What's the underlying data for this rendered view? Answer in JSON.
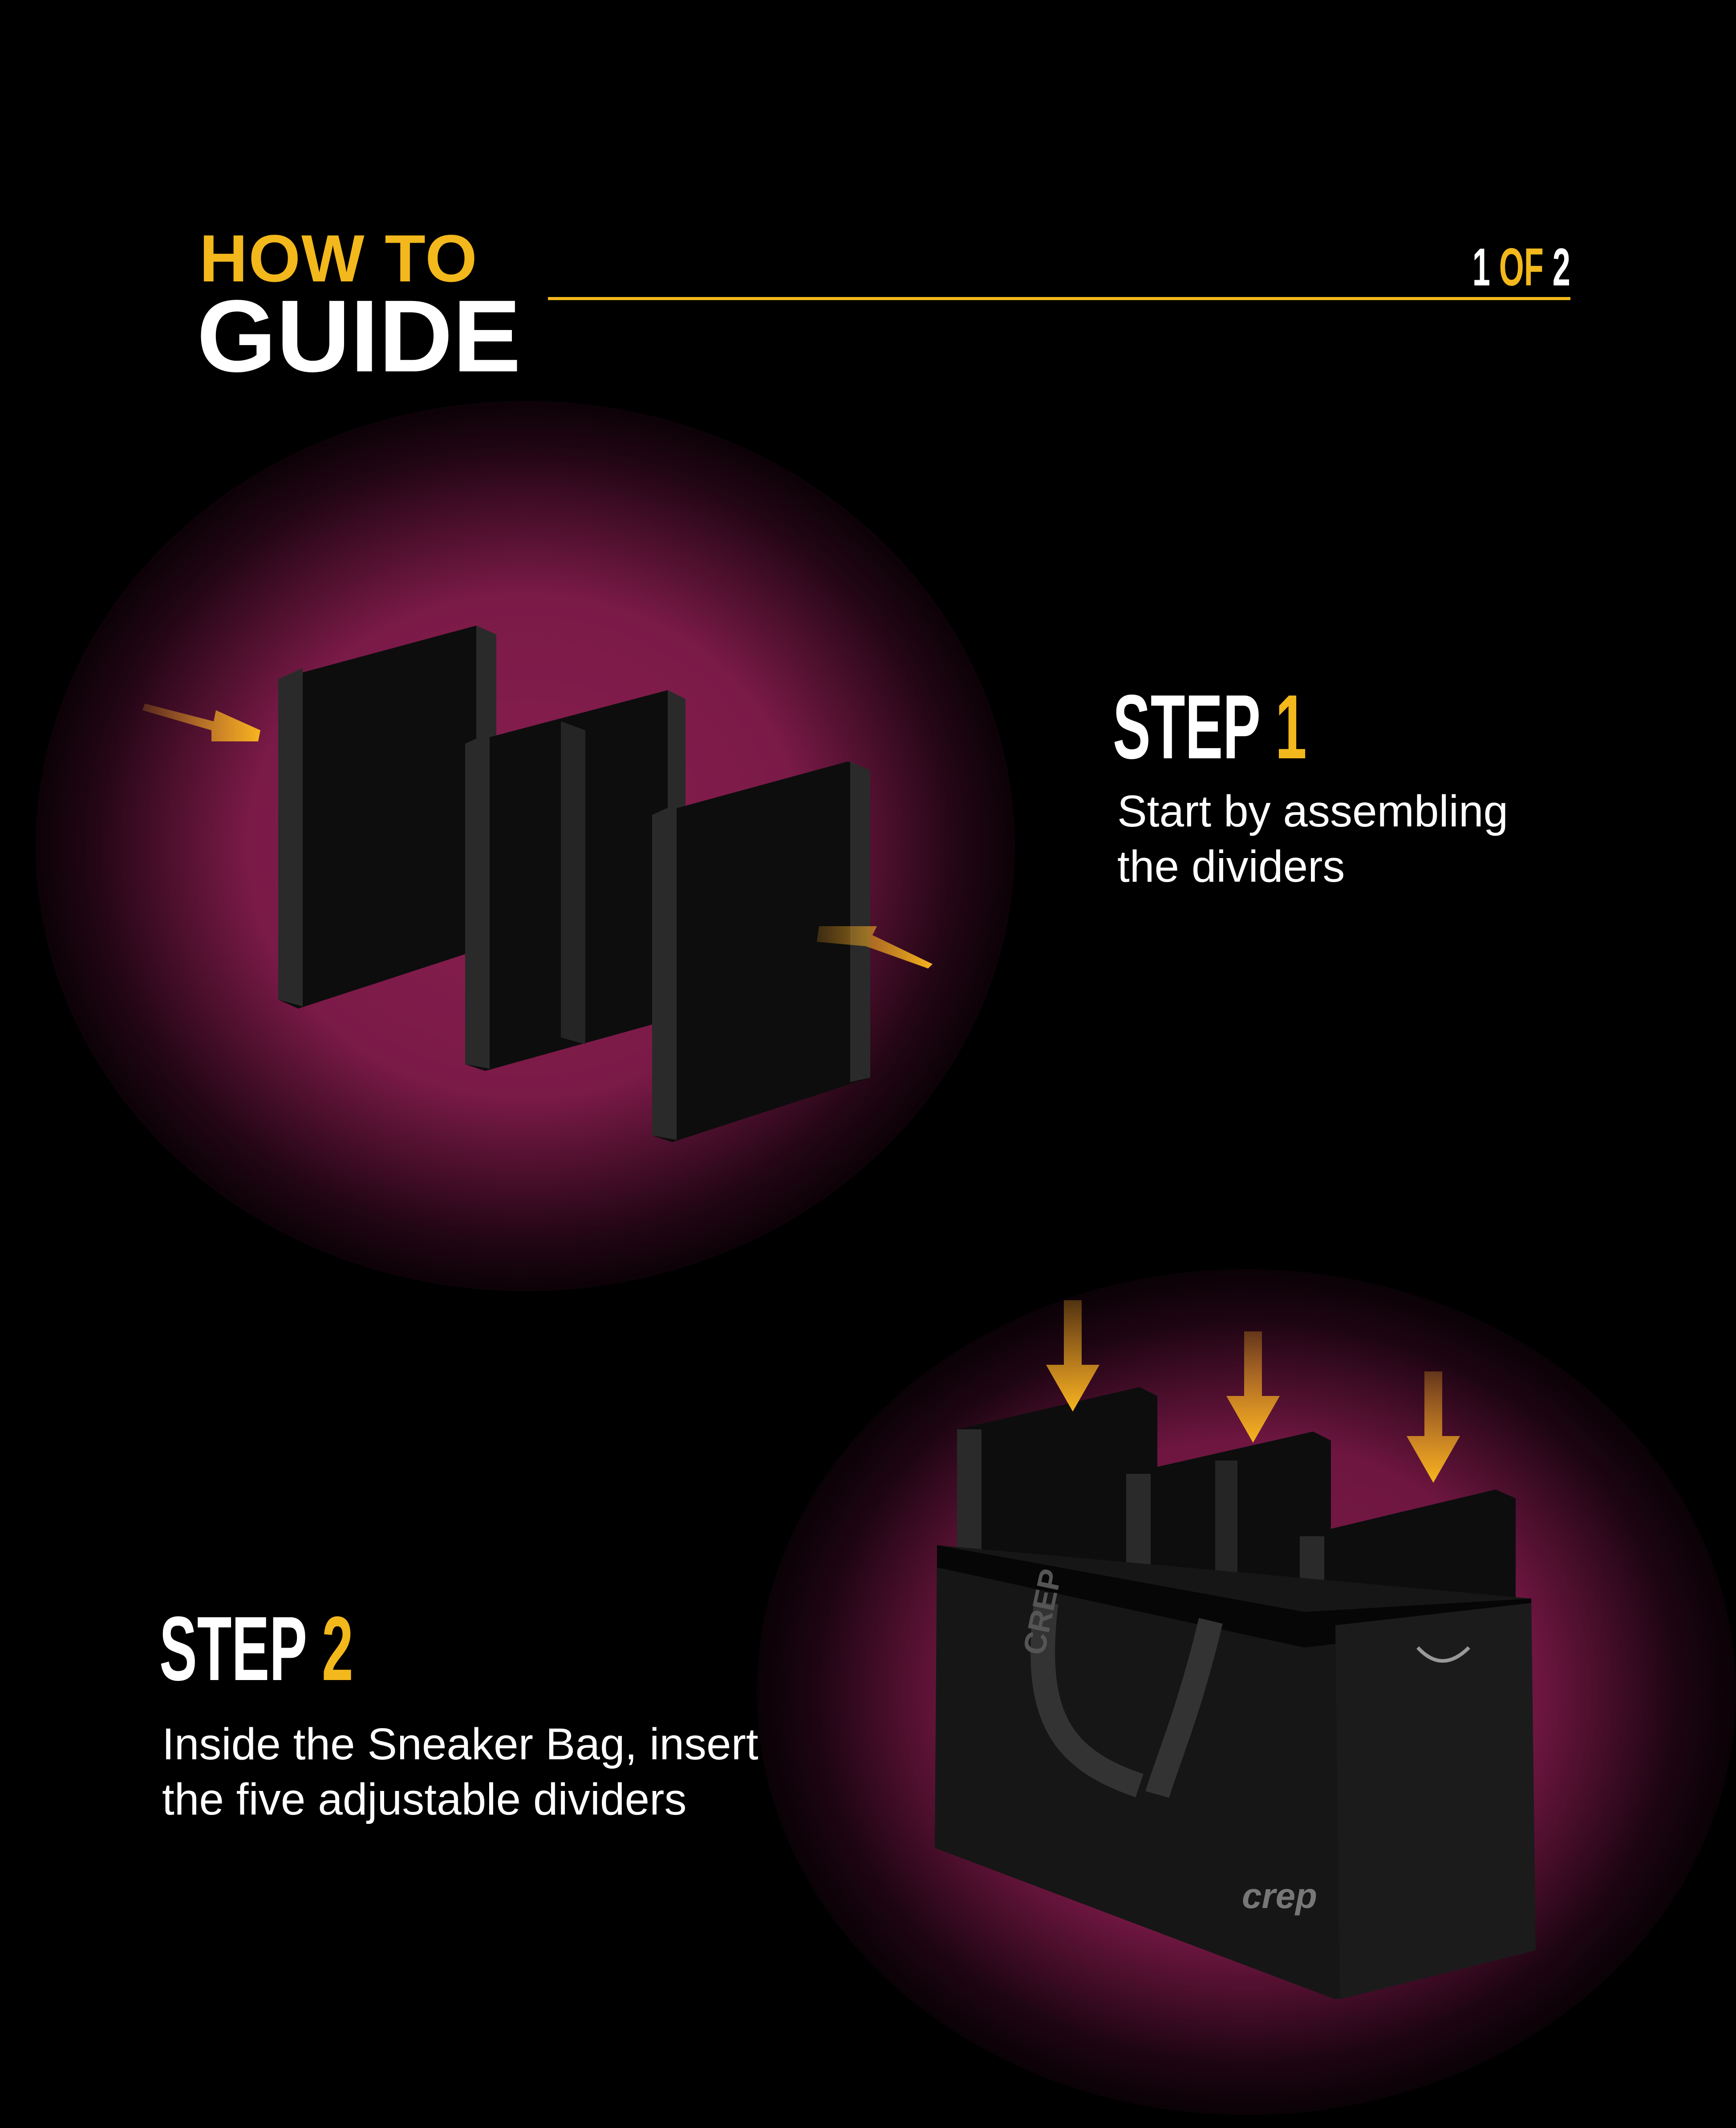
{
  "header": {
    "title_top": "HOW TO",
    "title_bottom": "GUIDE",
    "pager": {
      "current": "1",
      "of": "OF",
      "total": "2"
    }
  },
  "steps": [
    {
      "label": "STEP",
      "number": "1",
      "description_line1": "Start by assembling",
      "description_line2": "the dividers"
    },
    {
      "label": "STEP",
      "number": "2",
      "description_line1": "Inside the Sneaker Bag, insert",
      "description_line2": "the five adjustable dividers"
    }
  ],
  "product": {
    "logo_text": "crep",
    "strap_text": "CREP"
  },
  "colors": {
    "accent": "#f2b81c",
    "glow": "#8a1e50",
    "background": "#000000",
    "arrow": "#f5a623"
  }
}
